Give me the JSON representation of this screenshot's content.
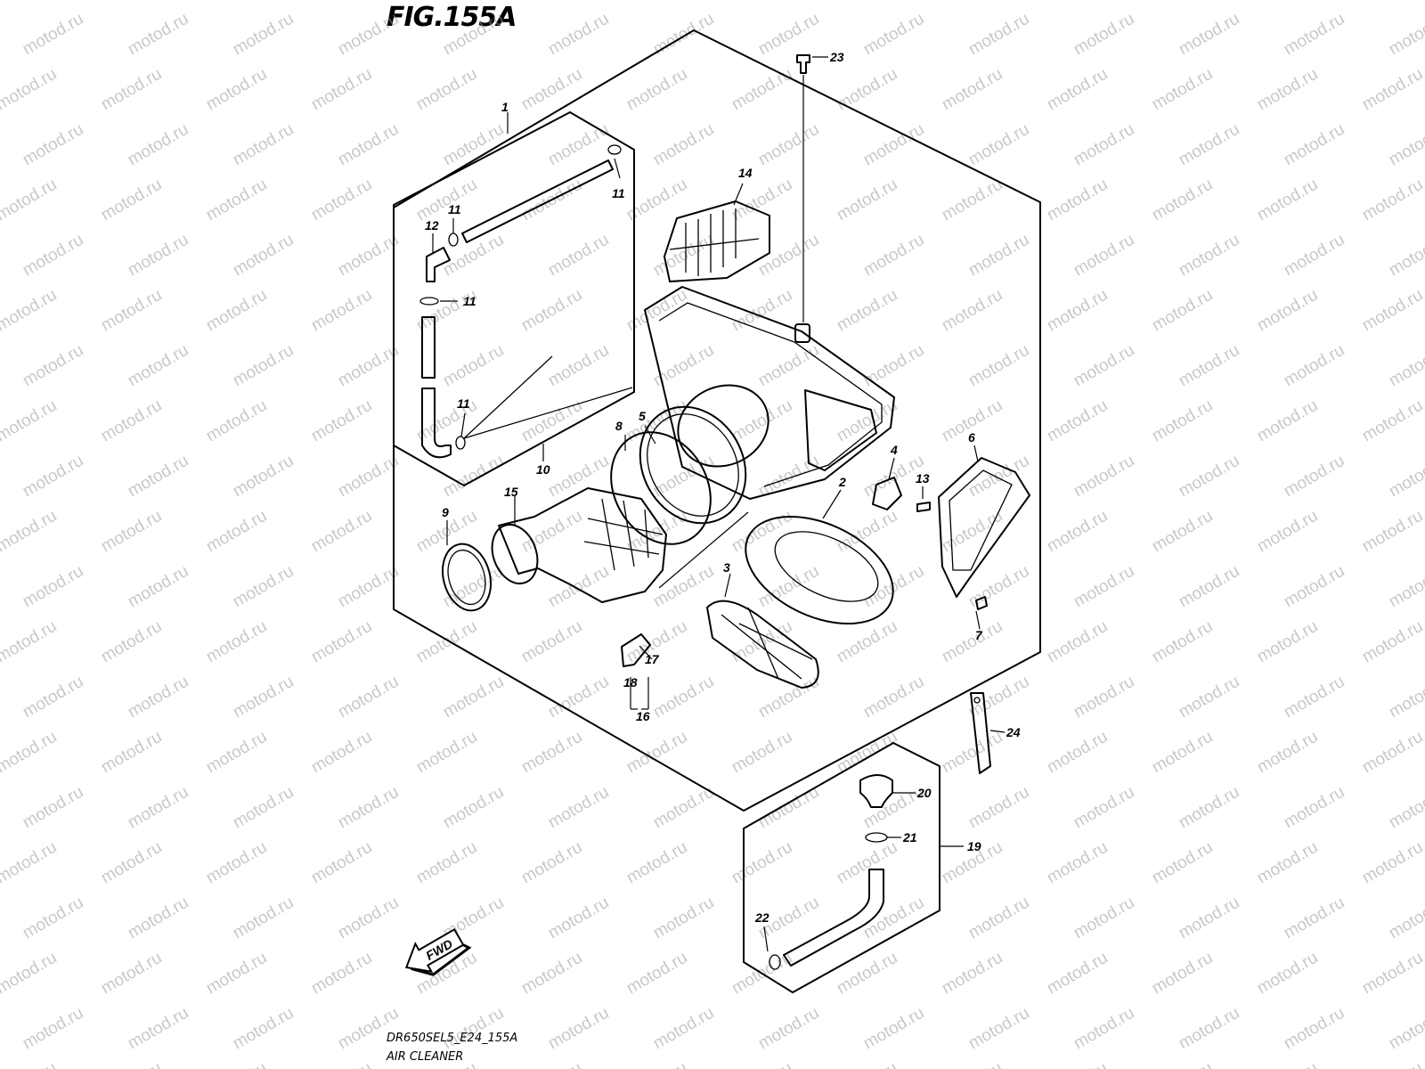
{
  "figure": {
    "title": "FIG.155A",
    "model_code": "DR650SEL5_E24_155A",
    "caption": "AIR CLEANER",
    "direction_badge": "FWD",
    "watermark": "motod.ru"
  },
  "callouts": [
    "1",
    "2",
    "3",
    "4",
    "5",
    "6",
    "7",
    "8",
    "9",
    "10",
    "11",
    "12",
    "13",
    "14",
    "15",
    "16",
    "17",
    "18",
    "19",
    "20",
    "21",
    "22",
    "23",
    "24"
  ],
  "colors": {
    "line": "#000000",
    "background": "#ffffff",
    "watermark": "#9a9a9a"
  }
}
